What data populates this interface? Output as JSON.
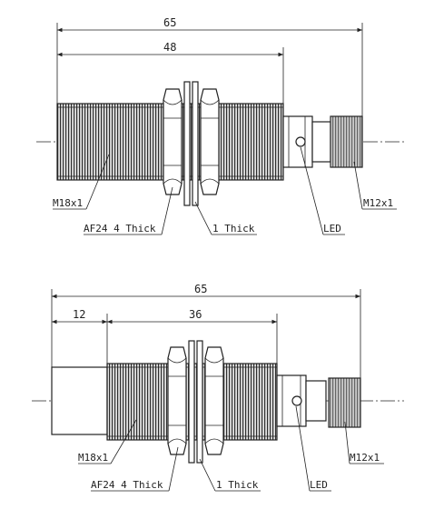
{
  "drawings": [
    {
      "id": "top",
      "dimensions": {
        "overall": "65",
        "thread_length": "48"
      },
      "labels": {
        "thread_main": "M18x1",
        "nut": "AF24 4 Thick",
        "washer": "1 Thick",
        "led": "LED",
        "thread_conn": "M12x1"
      }
    },
    {
      "id": "bottom",
      "dimensions": {
        "overall": "65",
        "head": "12",
        "thread_length": "36"
      },
      "labels": {
        "thread_main": "M18x1",
        "nut": "AF24 4 Thick",
        "washer": "1 Thick",
        "led": "LED",
        "thread_conn": "M12x1"
      }
    }
  ]
}
